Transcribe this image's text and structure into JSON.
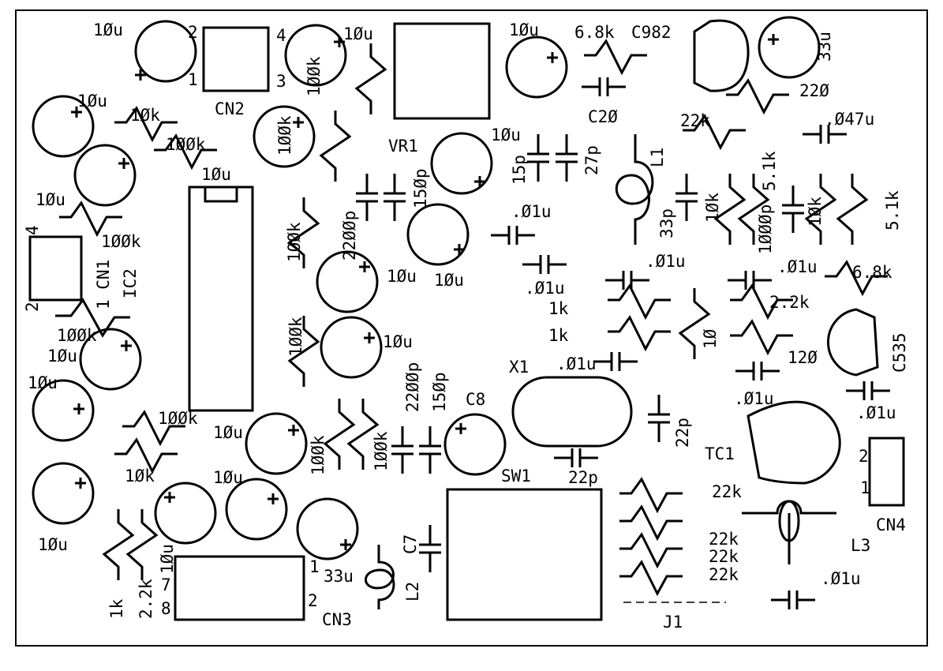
{
  "title": "PCB component silkscreen layout",
  "colors": {
    "ink": "#000000",
    "board": "#ffffff"
  },
  "labels": [
    "1Øu",
    "2",
    "1",
    "CN2",
    "4",
    "3",
    "1Øu",
    "1ØØk",
    "VR1",
    "1Øu",
    "6.8k",
    "C982",
    "33u",
    "22Ø",
    "C2Ø",
    "22k",
    ".Ø47u",
    "1Øu",
    "1Øk",
    "1ØØk",
    "1Øu",
    "1ØØk",
    "1Øu",
    "1ØØk",
    "4",
    "1 CN1",
    "IC2",
    "2",
    "22ØØp",
    "15Øp",
    "1Øu",
    "15p",
    "27p",
    "L1",
    ".Ø1u",
    "33p",
    "1Øk",
    "1ØØØp",
    "5.1k",
    "1Øk",
    "5.1k",
    "1ØØk",
    "1Øu",
    "1Øu",
    ".Ø1u",
    ".Ø1u",
    "6.8k",
    ".Ø1u",
    "1k",
    "2.2k",
    "1ØØk",
    "1Øu",
    "1ØØk",
    "1Øu",
    "1k",
    "1Ø",
    "12Ø",
    "C535",
    "X1",
    ".Ø1u",
    "1Øu",
    "22ØØp",
    "15Øp",
    "C8",
    ".Ø1u",
    ".Ø1u",
    "1ØØk",
    "1Øu",
    "22p",
    "TC1",
    "2",
    "1ØØk",
    "1ØØk",
    "1Øk",
    "1Øu",
    "SW1",
    "22p",
    "1",
    "22k",
    "CN4",
    "22k",
    "C7",
    "1Øu",
    "L3",
    "22k",
    "1Øu",
    "7",
    "1",
    "33u",
    "22k",
    ".Ø1u",
    "1k",
    "2.2k",
    "8",
    "2",
    "CN3",
    "L2",
    "J1"
  ]
}
